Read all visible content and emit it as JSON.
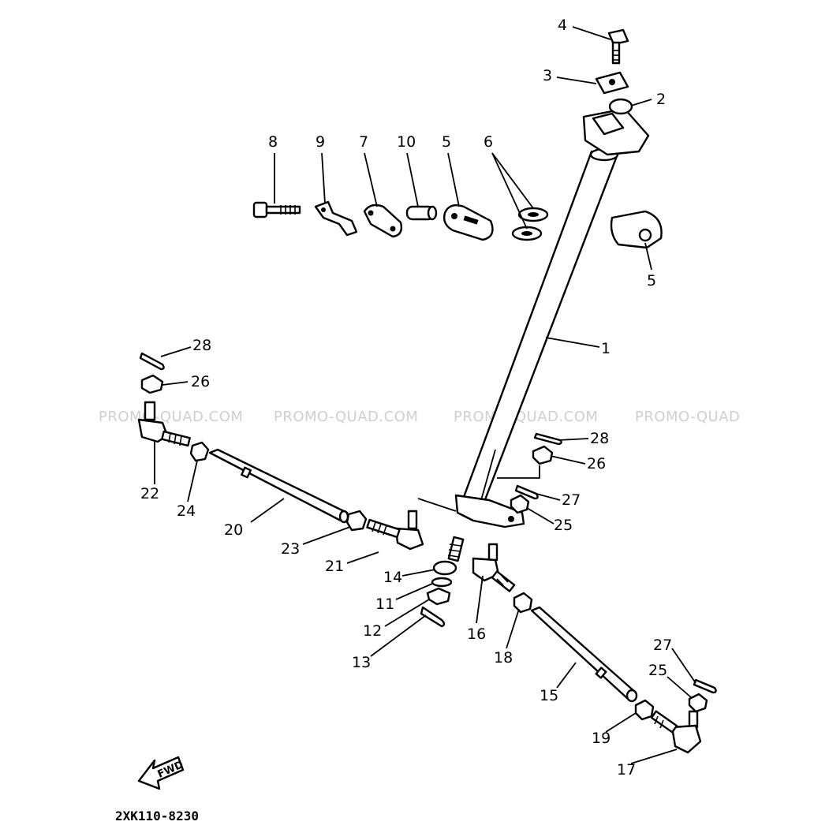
{
  "watermarks": [
    "PROMO-QUAD.COM",
    "PROMO-QUAD.COM",
    "PROMO-QUAD.COM",
    "PROMO-QUAD"
  ],
  "diagram_code": "2XK110-8230",
  "direction_label": "FWD",
  "callouts": [
    {
      "id": "c1",
      "text": "1"
    },
    {
      "id": "c2",
      "text": "2"
    },
    {
      "id": "c3",
      "text": "3"
    },
    {
      "id": "c4",
      "text": "4"
    },
    {
      "id": "c5a",
      "text": "5"
    },
    {
      "id": "c5b",
      "text": "5"
    },
    {
      "id": "c6",
      "text": "6"
    },
    {
      "id": "c7",
      "text": "7"
    },
    {
      "id": "c8",
      "text": "8"
    },
    {
      "id": "c9",
      "text": "9"
    },
    {
      "id": "c10",
      "text": "10"
    },
    {
      "id": "c11",
      "text": "11"
    },
    {
      "id": "c12",
      "text": "12"
    },
    {
      "id": "c13",
      "text": "13"
    },
    {
      "id": "c14",
      "text": "14"
    },
    {
      "id": "c15",
      "text": "15"
    },
    {
      "id": "c16",
      "text": "16"
    },
    {
      "id": "c17",
      "text": "17"
    },
    {
      "id": "c18",
      "text": "18"
    },
    {
      "id": "c19",
      "text": "19"
    },
    {
      "id": "c20",
      "text": "20"
    },
    {
      "id": "c21",
      "text": "21"
    },
    {
      "id": "c22",
      "text": "22"
    },
    {
      "id": "c23",
      "text": "23"
    },
    {
      "id": "c24",
      "text": "24"
    },
    {
      "id": "c25a",
      "text": "25"
    },
    {
      "id": "c25b",
      "text": "25"
    },
    {
      "id": "c26a",
      "text": "26"
    },
    {
      "id": "c26b",
      "text": "26"
    },
    {
      "id": "c27a",
      "text": "27"
    },
    {
      "id": "c27b",
      "text": "27"
    },
    {
      "id": "c28a",
      "text": "28"
    },
    {
      "id": "c28b",
      "text": "28"
    }
  ]
}
